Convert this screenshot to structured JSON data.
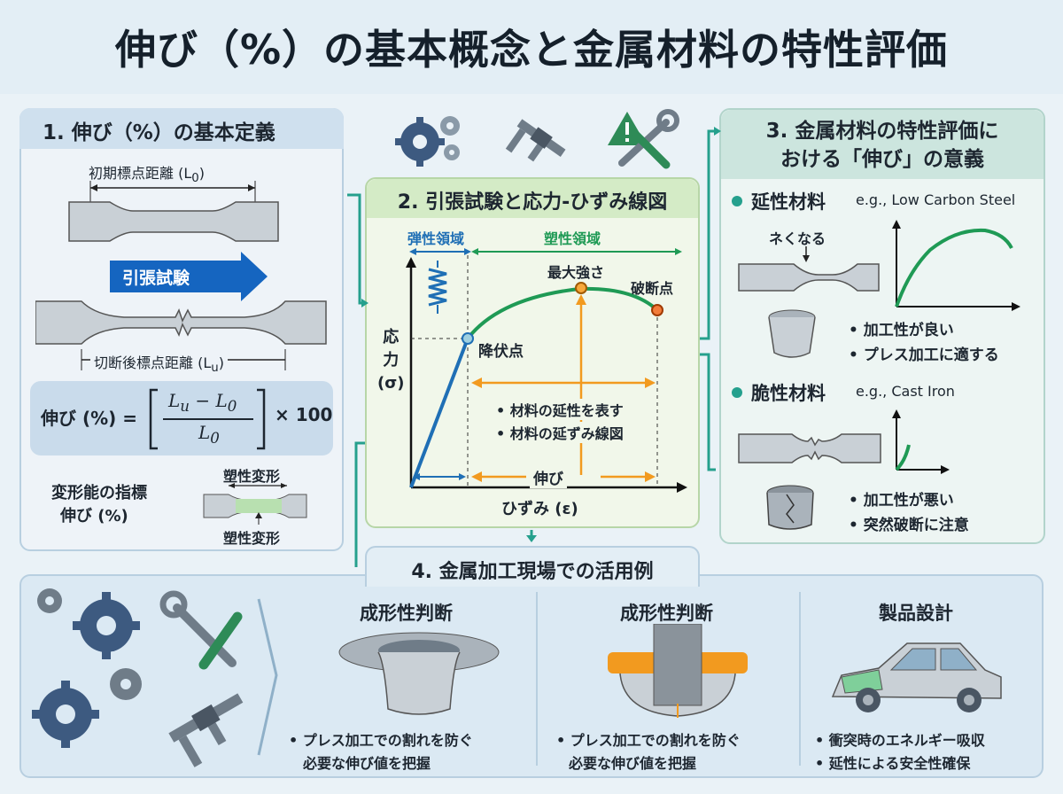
{
  "title": "伸び（%）の基本概念と金属材料の特性評価",
  "section1": {
    "heading": "1. 伸び（%）の基本定義",
    "initial_gauge": "初期標点距離 (L",
    "initial_sub": "0",
    "initial_close": ")",
    "test_arrow": "引張試験",
    "after_gauge": "切断後標点距離 (L",
    "after_sub": "u",
    "after_close": ")",
    "formula_left": "伸び (%) =",
    "formula_num_a": "L",
    "formula_num_a_sub": "u",
    "formula_minus": "−",
    "formula_num_b": "L",
    "formula_num_b_sub": "0",
    "formula_den": "L",
    "formula_den_sub": "0",
    "formula_right": "× 100",
    "index_line1": "変形能の指標",
    "index_line2": "伸び (%)",
    "plastic_top": "塑性変形",
    "plastic_bottom": "塑性変形"
  },
  "section2": {
    "heading": "2. 引張試験と応力-ひずみ線図",
    "elastic_region": "弾性領域",
    "plastic_region": "塑性領域",
    "max_strength": "最大強さ",
    "fracture_point": "破断点",
    "yield_point": "降伏点",
    "y_axis_line1": "応",
    "y_axis_line2": "力",
    "y_axis_line3": "(σ)",
    "x_axis": "ひずみ (ε)",
    "bullet1": "• 材料の延性を表す",
    "bullet2": "• 材料の延ずみ線図",
    "elongation": "伸び"
  },
  "section3": {
    "heading_line1": "3. 金属材料の特性評価に",
    "heading_line2": "おける「伸び」の意義",
    "ductile_label": "延性材料",
    "ductile_example": "e.g., Low Carbon Steel",
    "necking": "ネくなる",
    "ductile_bullet1": "• 加工性が良い",
    "ductile_bullet2": "• プレス加工に適する",
    "brittle_label": "脆性材料",
    "brittle_example": "e.g., Cast Iron",
    "brittle_bullet1": "• 加工性が悪い",
    "brittle_bullet2": "• 突然破断に注意"
  },
  "section4": {
    "heading": "4. 金属加工現場での活用例",
    "col1_title": "成形性判断",
    "col1_line1": "• プレス加工での割れを防ぐ",
    "col1_line2": "必要な伸び値を把握",
    "col2_title": "成形性判断",
    "col2_line1": "• プレス加工での割れを防ぐ",
    "col2_line2": "必要な伸び値を把握",
    "col3_title": "製品設計",
    "col3_line1": "• 衝突時のエネルギー吸収",
    "col3_line2": "• 延性による安全性確保"
  },
  "icons": [
    "gear-icon",
    "caliper-icon",
    "warning-icon",
    "wrench-icon",
    "spring-icon",
    "cup-icon",
    "car-body-icon"
  ],
  "colors": {
    "elastic": "#1f6fb5",
    "plastic": "#1f9a55",
    "elongation": "#f29a1f",
    "arrow": "#1565c0",
    "connector": "#25a08d"
  }
}
